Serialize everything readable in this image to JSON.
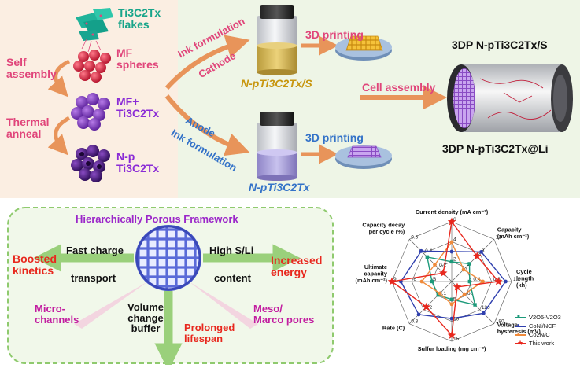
{
  "colors": {
    "top_left_bg": "#fbeee2",
    "top_right_bg": "#eef5e6",
    "pink": "#e0457a",
    "teal": "#18a58a",
    "purple": "#8a2bd6",
    "orange": "#f0a15a",
    "blue": "#3372c8",
    "red": "#e8281e",
    "green_arrow": "#9ad07b",
    "mesh_blue": "#6f7fe0"
  },
  "synthesis": {
    "flakes_formula": "Ti3C2Tx",
    "flakes_word": "flakes",
    "mf_spheres": "MF\nspheres",
    "self_assembly": "Self\nassembly",
    "mf_plus_label": "MF+\nTi3C2Tx",
    "thermal_anneal": "Thermal\nanneal",
    "np_label": "N-p\nTi3C2Tx"
  },
  "pathway": {
    "ink_formulation_top": "Ink formulation",
    "cathode": "Cathode",
    "anode": "Anode",
    "ink_formulation_bottom": "Ink formulation",
    "printing_top": "3D printing",
    "printing_bottom": "3D printing",
    "ink_s_label": "N-pTi3C2Tx/S",
    "ink_plain_label": "N-pTi3C2Tx",
    "cell_assembly": "Cell assembly",
    "product_top": "3DP N-pTi3C2Tx/S",
    "product_bottom": "3DP N-pTi3C2Tx@Li"
  },
  "framework": {
    "title": "Hierarchically  Porous Framework",
    "boosted": "Boosted\nkinetics",
    "fast_charge": "Fast charge",
    "transport": "transport",
    "high_sli": "High  S/Li",
    "content": "content",
    "increased": "Increased\nenergy",
    "micro": "Micro-\nchannels",
    "meso": "Meso/\nMarco pores",
    "volume": "Volume\nchange\nbuffer",
    "prolonged": "Prolonged\nlifespan"
  },
  "chart_data": {
    "type": "radar",
    "axes": [
      {
        "label": "Current density (mA cm-2)",
        "ticks": [
          "2",
          "4",
          "6"
        ],
        "max": 6
      },
      {
        "label": "Capacity (mAh cm-2)",
        "ticks": [
          "4",
          "8",
          "12"
        ],
        "max": 12
      },
      {
        "label": "Cycle length (kh)",
        "ticks": [
          "0.4",
          "0.8",
          "1.2"
        ],
        "max": 1.2
      },
      {
        "label": "Voltage hysteresis (mV)",
        "ticks": [
          "60",
          "120",
          "180"
        ],
        "max": 180
      },
      {
        "label": "Sulfur loading (mg cm-2)",
        "ticks": [
          "5",
          "10",
          "15"
        ],
        "max": 15
      },
      {
        "label": "Rate (C)",
        "ticks": [
          "0.1",
          "0.2",
          "0.3"
        ],
        "max": 0.3
      },
      {
        "label": "Ultimate capacity (mAh cm-2)",
        "ticks": [
          "3",
          "6",
          "9"
        ],
        "max": 9
      },
      {
        "label": "Capacity decay per cycle (%)",
        "ticks": [
          "0.2",
          "0.4",
          "0.6"
        ],
        "max": 0.6
      }
    ],
    "series": [
      {
        "name": "V2O5-V2O3",
        "color": "#1c9a7a",
        "marker": "square",
        "values": [
          0.33,
          0.42,
          0.3,
          0.55,
          0.3,
          0.32,
          0.33,
          0.58
        ]
      },
      {
        "name": "CoNi/NCF",
        "color": "#2f3fae",
        "marker": "circle",
        "values": [
          0.5,
          0.7,
          0.9,
          0.75,
          0.62,
          0.78,
          0.85,
          0.72
        ]
      },
      {
        "name": "Co2N/C",
        "color": "#f08a3a",
        "marker": "circle",
        "values": [
          0.66,
          0.28,
          0.52,
          0.3,
          0.38,
          0.28,
          0.5,
          0.4
        ]
      },
      {
        "name": "This work",
        "color": "#e8281e",
        "marker": "star",
        "values": [
          1.0,
          0.6,
          0.78,
          0.13,
          0.9,
          0.6,
          1.0,
          0.2
        ]
      }
    ]
  }
}
